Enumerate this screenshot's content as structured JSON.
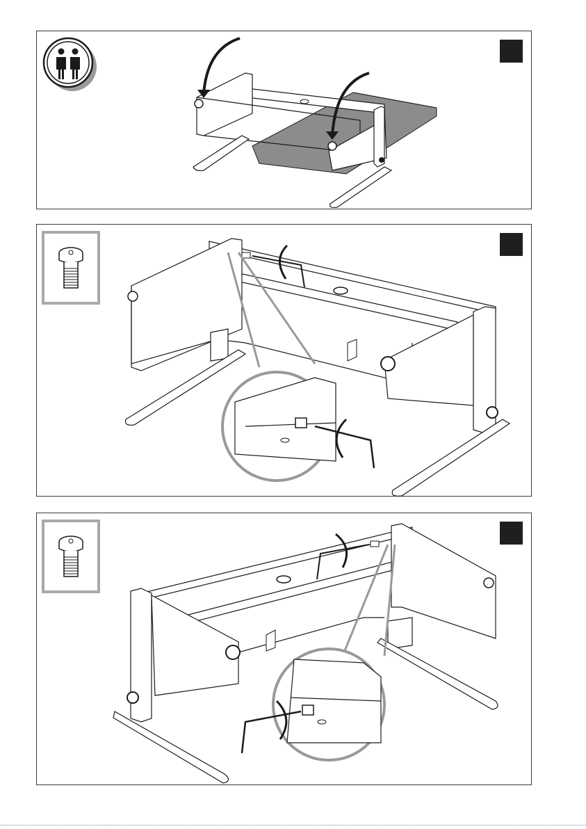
{
  "document": {
    "panels": [
      {
        "id": "panel-1",
        "icon": "two-people-icon",
        "step_marker": "black-square"
      },
      {
        "id": "panel-2",
        "icon": "connector-bolt-icon",
        "step_marker": "black-square"
      },
      {
        "id": "panel-3",
        "icon": "connector-bolt-icon",
        "step_marker": "black-square"
      }
    ],
    "colors": {
      "line": "#1a1a1a",
      "panel_border": "#3a3a3a",
      "part_box_border": "#a9a9a9",
      "shadow_grey": "#9a9a9a",
      "floor_grey": "#8c8c8c",
      "step_marker": "#1f1f1f"
    }
  }
}
